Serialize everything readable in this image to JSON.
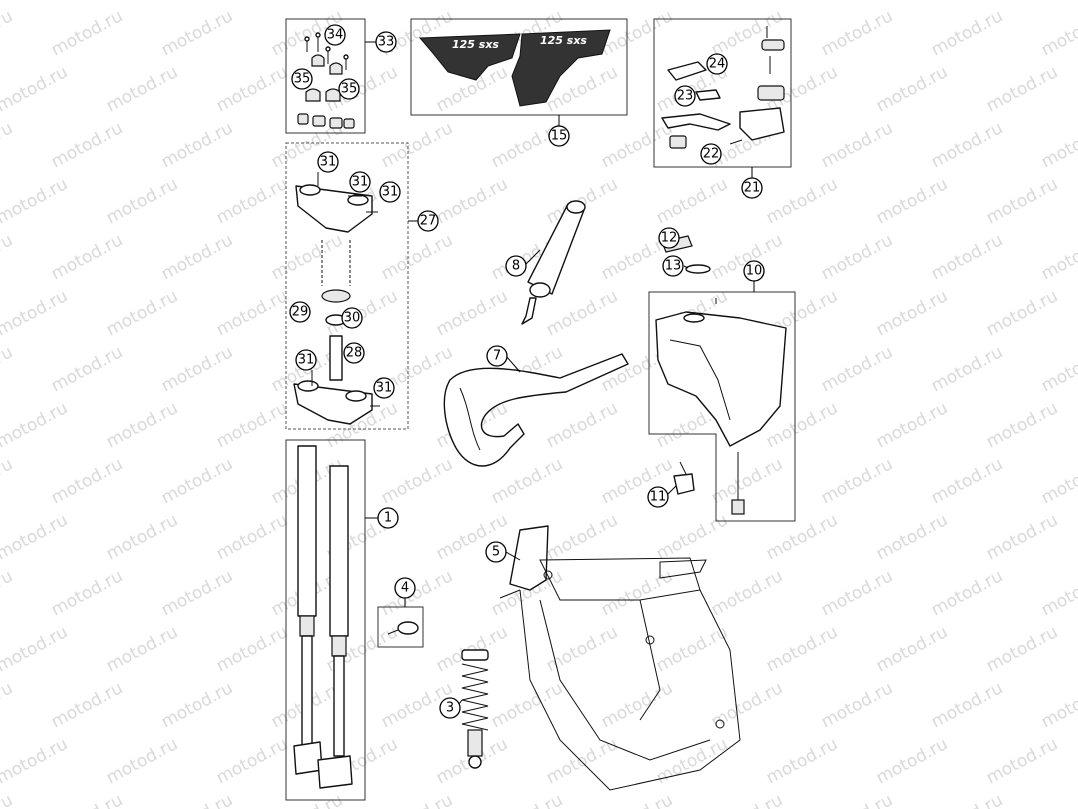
{
  "watermark": {
    "text": "motod.ru",
    "color": "#d9d9d9"
  },
  "decals": {
    "left": "125 sxs",
    "right": "125 sxs"
  },
  "callouts": [
    {
      "id": "c1",
      "label": "1"
    },
    {
      "id": "c3",
      "label": "3"
    },
    {
      "id": "c4",
      "label": "4"
    },
    {
      "id": "c5",
      "label": "5"
    },
    {
      "id": "c7",
      "label": "7"
    },
    {
      "id": "c8",
      "label": "8"
    },
    {
      "id": "c10",
      "label": "10"
    },
    {
      "id": "c11",
      "label": "11"
    },
    {
      "id": "c12",
      "label": "12"
    },
    {
      "id": "c13",
      "label": "13"
    },
    {
      "id": "c15",
      "label": "15"
    },
    {
      "id": "c21",
      "label": "21"
    },
    {
      "id": "c22",
      "label": "22"
    },
    {
      "id": "c23",
      "label": "23"
    },
    {
      "id": "c24",
      "label": "24"
    },
    {
      "id": "c27",
      "label": "27"
    },
    {
      "id": "c28",
      "label": "28"
    },
    {
      "id": "c29",
      "label": "29"
    },
    {
      "id": "c30",
      "label": "30"
    },
    {
      "id": "c31a",
      "label": "31"
    },
    {
      "id": "c31b",
      "label": "31"
    },
    {
      "id": "c31c",
      "label": "31"
    },
    {
      "id": "c31d",
      "label": "31"
    },
    {
      "id": "c31e",
      "label": "31"
    },
    {
      "id": "c33",
      "label": "33"
    },
    {
      "id": "c34",
      "label": "34"
    },
    {
      "id": "c35a",
      "label": "35"
    },
    {
      "id": "c35b",
      "label": "35"
    }
  ]
}
